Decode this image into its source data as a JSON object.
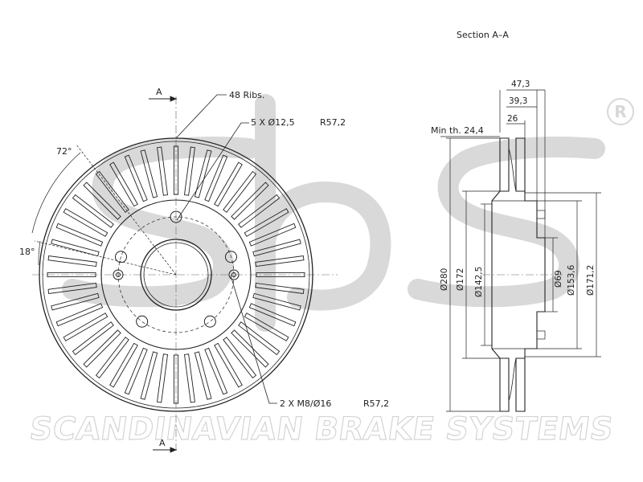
{
  "watermark": {
    "letters": "sbs",
    "brand_text": "SCANDINAVIAN BRAKE SYSTEMS",
    "registered_mark": "R"
  },
  "front_view": {
    "section_marker_top": "A",
    "section_marker_bottom": "A",
    "ribs_label": "48 Ribs.",
    "bolt_holes_label": "5 X Ø12,5",
    "bolt_holes_pcd": "R57,2",
    "threaded_holes_label": "2 X M8/Ø16",
    "threaded_holes_pcd": "R57,2",
    "angle_hole_spacing": "72°",
    "angle_thread_offset": "18°"
  },
  "section_view": {
    "title": "Section A–A",
    "min_thickness": "Min th. 24,4",
    "dim_overall_height": "47,3",
    "dim_hat_height": "39,3",
    "dim_thickness": "26",
    "dia_outer": "Ø280",
    "dia_inner_ring": "Ø172",
    "dia_hat": "Ø142,5",
    "dia_center_bore": "Ø69",
    "dia_hub": "Ø153,6",
    "dia_flange": "Ø171,2"
  },
  "colors": {
    "line": "#222222",
    "watermark": "#d8d8d8"
  }
}
